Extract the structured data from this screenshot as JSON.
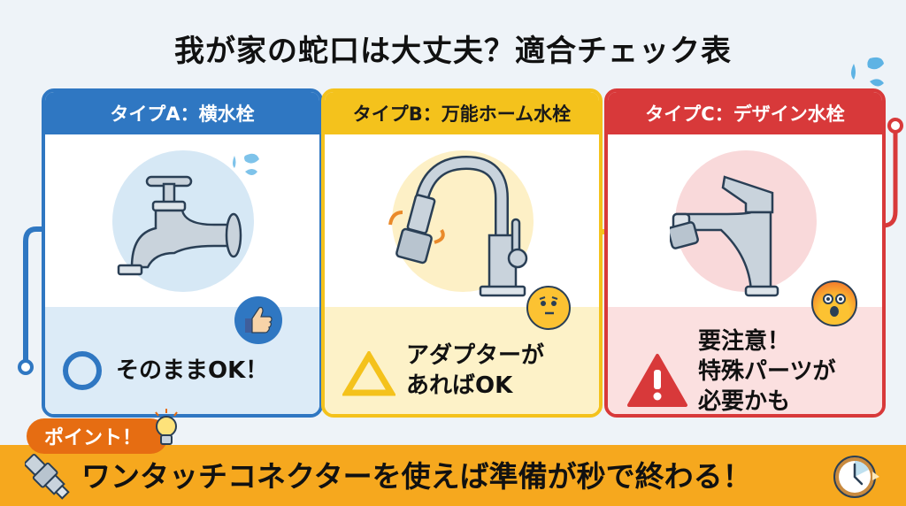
{
  "title": "我が家の蛇口は大丈夫？適合チェック表",
  "cards": [
    {
      "id": "a",
      "header": "タイプA：横水栓",
      "status_symbol": "circle",
      "status_text_lines": [
        "そのままOK！"
      ],
      "reaction_icon": "thumbs-up-icon",
      "accent": "#2f77c2"
    },
    {
      "id": "b",
      "header": "タイプB：万能ホーム水栓",
      "status_symbol": "triangle",
      "status_text_lines": [
        "アダプターが",
        "あればOK"
      ],
      "reaction_icon": "thinking-face-icon",
      "accent": "#f4c21c"
    },
    {
      "id": "c",
      "header": "タイプC：デザイン水栓",
      "status_symbol": "warning-triangle",
      "status_text_lines": [
        "要注意！",
        "特殊パーツが",
        "必要かも"
      ],
      "reaction_icon": "shocked-face-icon",
      "accent": "#d8393a"
    }
  ],
  "point": {
    "label": "ポイント！",
    "icon": "lightbulb-icon",
    "accent": "#e66d12"
  },
  "banner": {
    "text": "ワンタッチコネクターを使えば準備が秒で終わる！",
    "left_icon": "connector-icon",
    "right_icon": "clock-icon",
    "background": "#f6a81e"
  }
}
